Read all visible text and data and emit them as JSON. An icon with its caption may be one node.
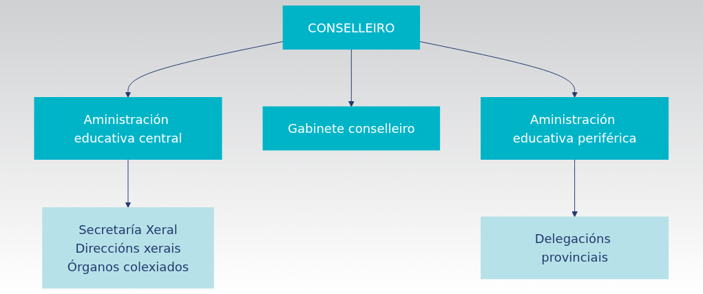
{
  "diagram": {
    "nodes": [
      {
        "text": [
          "CONSELLEIRO"
        ]
      },
      {
        "text": [
          "Aministración educativa central"
        ]
      },
      {
        "text": [
          "Gabinete conselleiro"
        ]
      },
      {
        "text": [
          "Aministración educativa periférica"
        ]
      },
      {
        "text": [
          "Secretaría Xeral",
          "Direccións xerais",
          "Órganos colexiados"
        ]
      },
      {
        "text": [
          "Delegacións provinciais"
        ]
      }
    ],
    "edges": [
      {
        "from": 0,
        "to": 1,
        "arrow": "to"
      },
      {
        "from": 0,
        "to": 2,
        "arrow": "to"
      },
      {
        "from": 0,
        "to": 3,
        "arrow": "to"
      },
      {
        "from": 1,
        "to": 4,
        "arrow": "to"
      },
      {
        "from": 3,
        "to": 5,
        "arrow": "to"
      }
    ]
  }
}
